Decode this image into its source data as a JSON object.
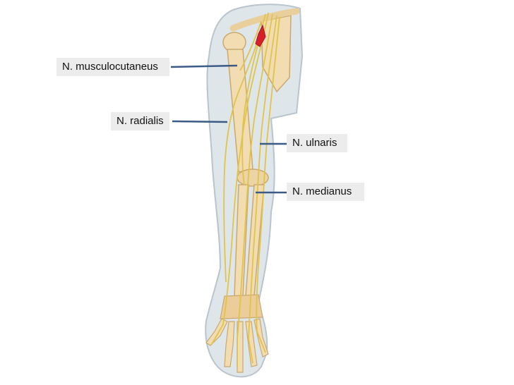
{
  "labels": {
    "musculocutaneus": "N. musculocutaneus",
    "radialis": "N. radialis",
    "ulnaris": "N. ulnaris",
    "medianus": "N. medianus"
  },
  "colors": {
    "skin_outline": "#b9c4cc",
    "skin_fill": "#dfe6ea",
    "bone": "#f2dcb2",
    "bone_outline": "#c9a96f",
    "nerve": "#e0c44a",
    "artery": "#d8202a",
    "leader_line": "#3b5a85",
    "label_bg": "#ececec"
  },
  "icons": [
    "arm-nerve-illustration"
  ]
}
